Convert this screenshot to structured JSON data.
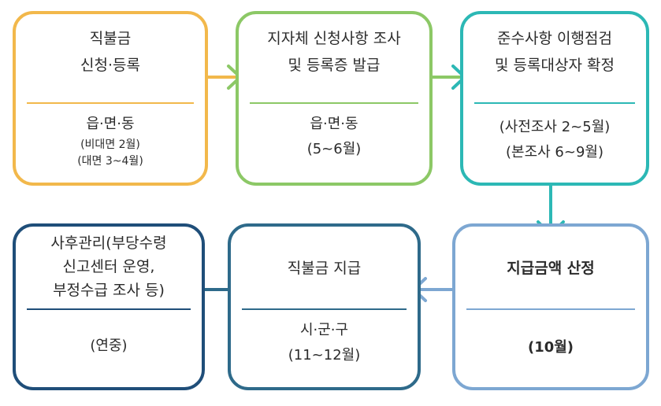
{
  "colors": {
    "step1": "#f2b84b",
    "step2": "#8cc866",
    "step3": "#2cb8b5",
    "step4": "#7da7d2",
    "step5": "#2e6a8a",
    "step6": "#1f4e79",
    "divider1": "#f2b84b",
    "divider2": "#8cc866",
    "divider3": "#2cb8b5"
  },
  "steps": [
    {
      "title": [
        "직불금",
        "신청·등록"
      ],
      "agency": "읍·면·동",
      "notes": [
        "(비대면 2월)",
        "(대면 3~4월)"
      ]
    },
    {
      "title": [
        "지자체 신청사항 조사",
        "및 등록증 발급"
      ],
      "agency": "읍·면·동",
      "period": "(5~6월)"
    },
    {
      "title": [
        "준수사항 이행점검",
        "및 등록대상자 확정"
      ],
      "periods": [
        "(사전조사 2~5월)",
        "(본조사 6~9월)"
      ]
    },
    {
      "title": [
        "지급금액  산정"
      ],
      "period": "(10월)"
    },
    {
      "title": [
        "직불금 지급"
      ],
      "agency": "시·군·구",
      "period": "(11~12월)"
    },
    {
      "title": [
        "사후관리(부당수령",
        "신고센터 운영,",
        "부정수급 조사 등)"
      ],
      "period": "(연중)"
    }
  ]
}
